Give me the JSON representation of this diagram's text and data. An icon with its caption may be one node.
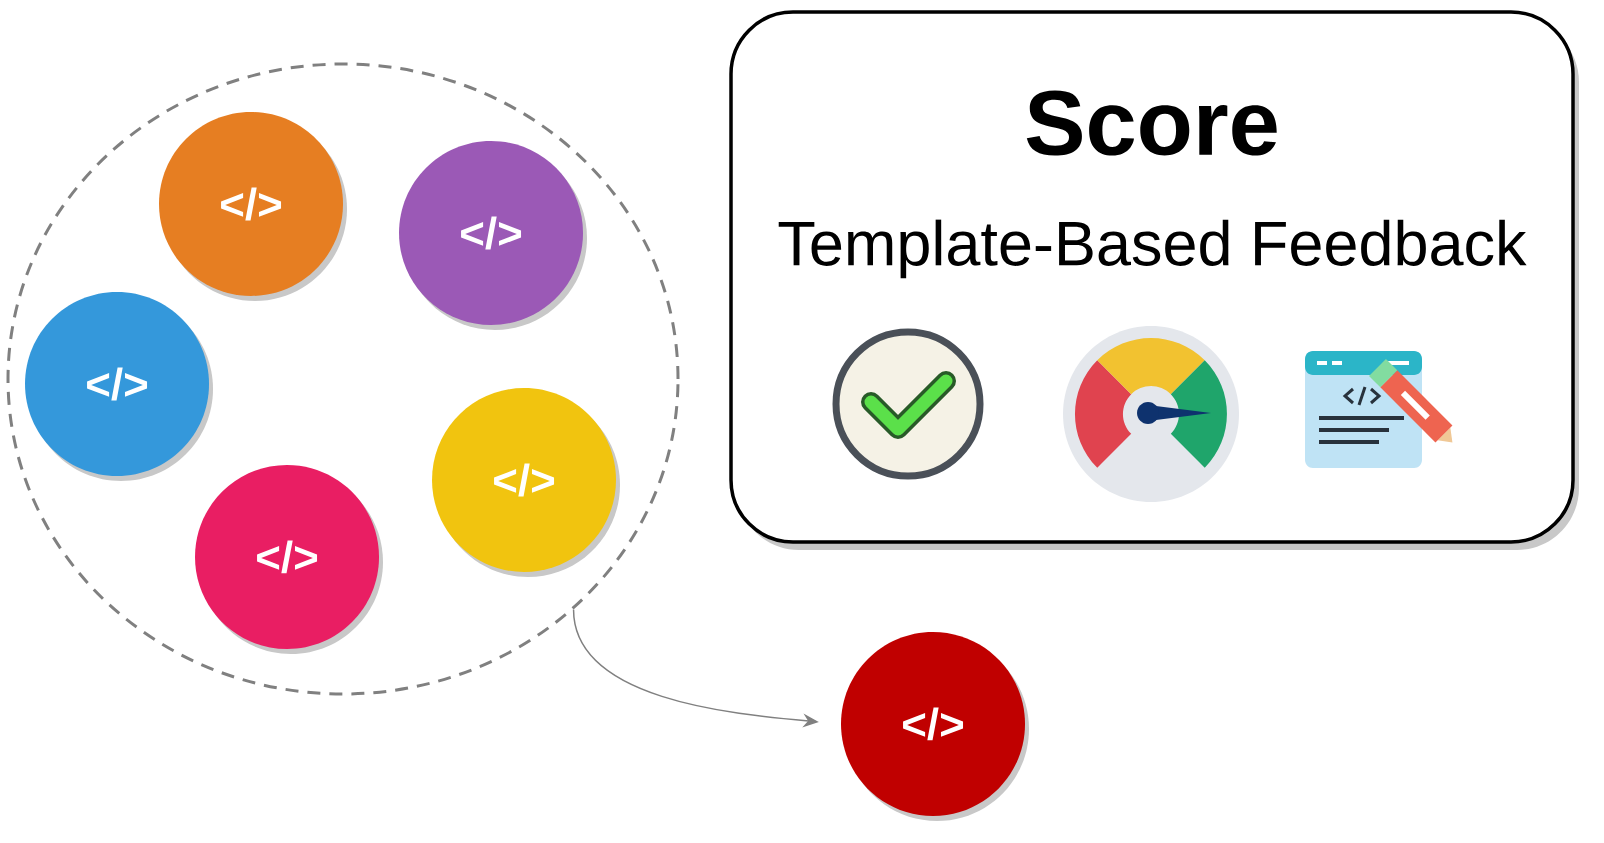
{
  "diagram": {
    "nodes": [
      {
        "text": [],
        "shape": "circle"
      },
      {
        "text": [
          "</>"
        ],
        "in": 0
      },
      {
        "text": [
          "</>"
        ],
        "in": 0
      },
      {
        "text": [
          "</>"
        ],
        "in": 0
      },
      {
        "text": [
          "</>"
        ],
        "in": 0
      },
      {
        "text": [
          "</>"
        ],
        "in": 0
      },
      {
        "text": [
          "</>"
        ]
      },
      {
        "text": [
          "Score",
          "Template-Based Feedback"
        ]
      }
    ],
    "edges": [
      {
        "from": 0,
        "to": 6,
        "arrow": "to",
        "color": "#808080"
      }
    ]
  }
}
